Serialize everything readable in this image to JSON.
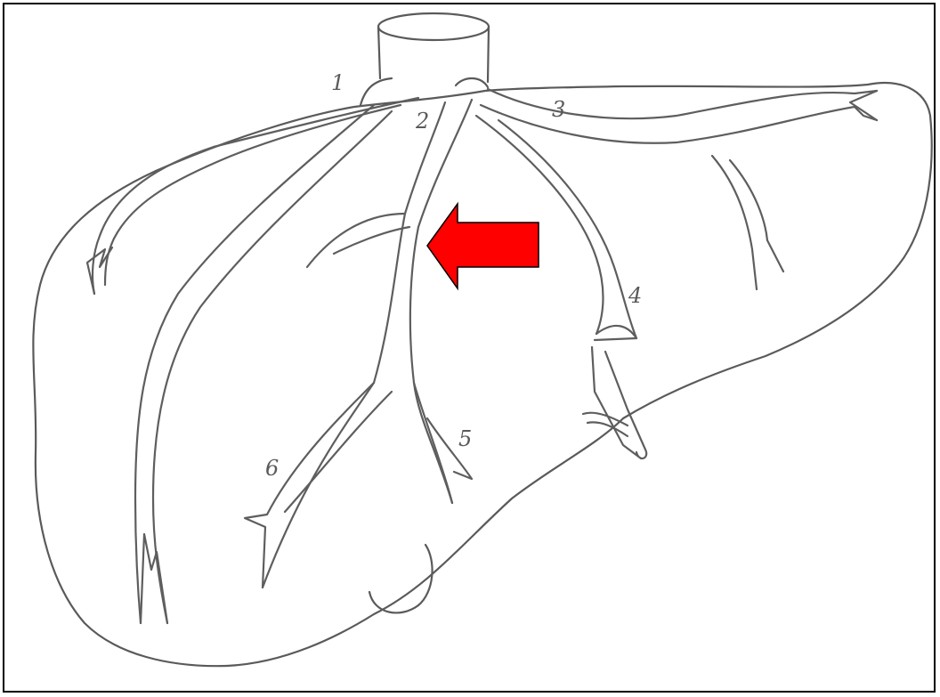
{
  "labels": {
    "l1": "1",
    "l2": "2",
    "l3": "3",
    "l4": "4",
    "l5": "5",
    "l6": "6"
  },
  "colors": {
    "arrow_fill": "#ff0000",
    "line": "#5a5a5a",
    "border": "#000000",
    "background": "#ffffff"
  },
  "icons": {
    "arrow": "arrow-left-icon"
  }
}
